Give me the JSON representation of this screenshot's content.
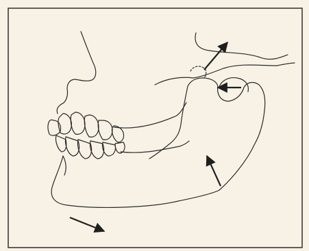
{
  "figure": {
    "ink_color": "#2a2a2a",
    "paper_color": "#f7f2e5",
    "frame_color": "#3a3a3a",
    "arrows": [
      {
        "name": "arrow-up-right",
        "direction": "up-right"
      },
      {
        "name": "arrow-left",
        "direction": "left"
      },
      {
        "name": "arrow-up-left",
        "direction": "up-left"
      },
      {
        "name": "arrow-down-right",
        "direction": "down-right"
      }
    ]
  }
}
